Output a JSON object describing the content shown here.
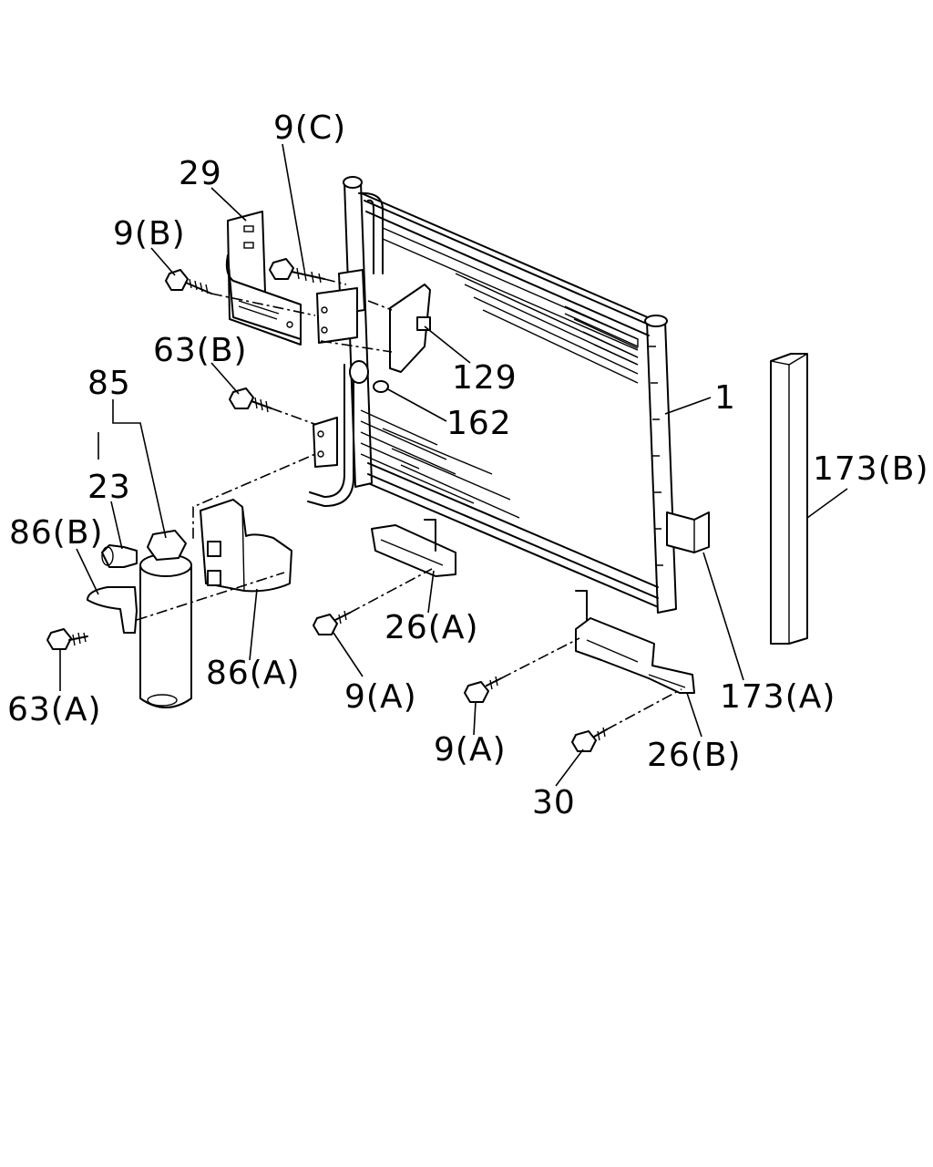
{
  "diagram": {
    "callouts": {
      "c1": "1",
      "c9A_1": "9(A)",
      "c9A_2": "9(A)",
      "c9B": "9(B)",
      "c9C": "9(C)",
      "c23": "23",
      "c26A": "26(A)",
      "c26B": "26(B)",
      "c29": "29",
      "c30": "30",
      "c63A": "63(A)",
      "c63B": "63(B)",
      "c85": "85",
      "c86A": "86(A)",
      "c86B": "86(B)",
      "c129": "129",
      "c162": "162",
      "c173A": "173(A)",
      "c173B": "173(B)"
    }
  }
}
